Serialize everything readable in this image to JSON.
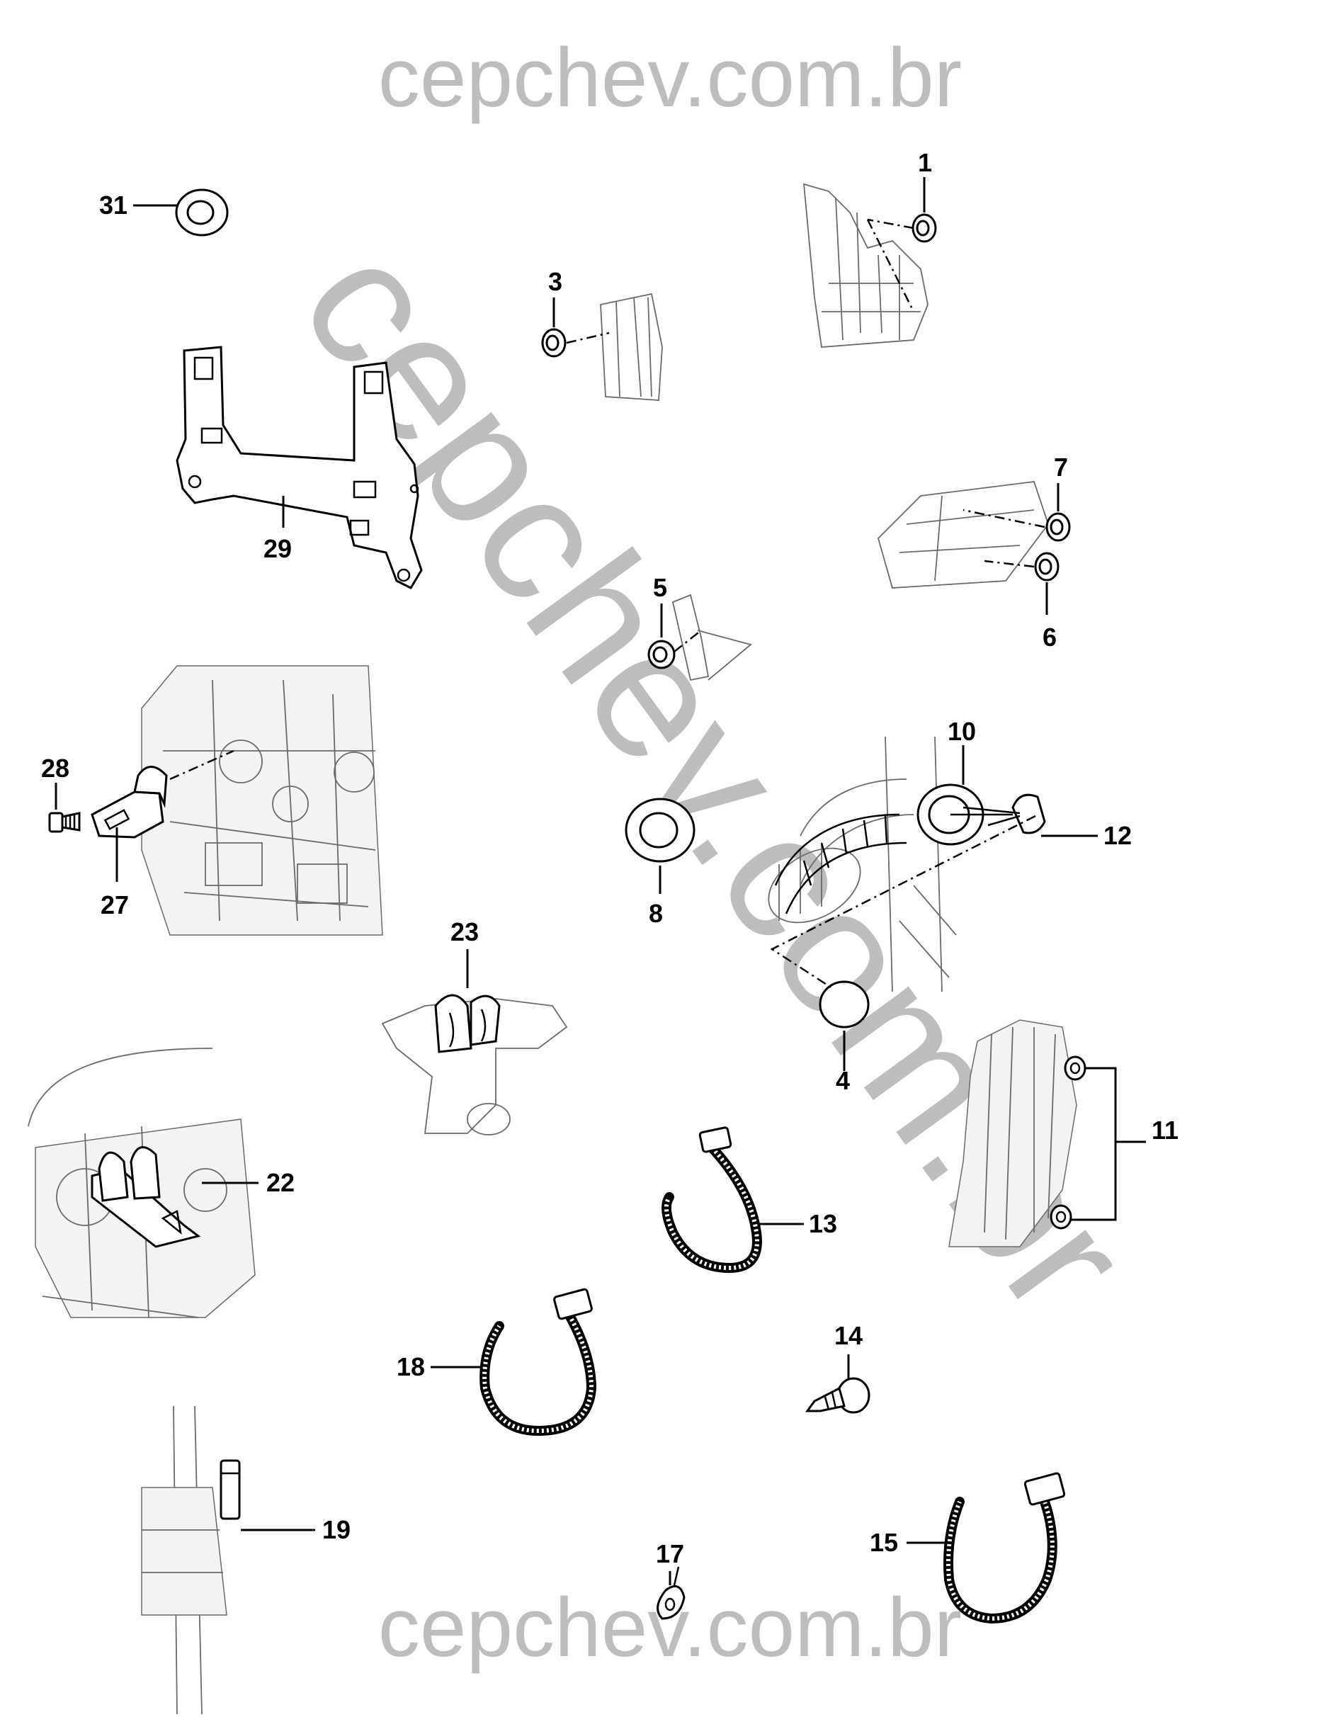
{
  "watermark": {
    "top": "cepchev.com.br",
    "bottom": "cepchev.com.br",
    "diagonal": "cepchev.com.br",
    "color": "#bdbdbd"
  },
  "callouts": {
    "c1": "1",
    "c3": "3",
    "c4": "4",
    "c5": "5",
    "c6": "6",
    "c7": "7",
    "c8": "8",
    "c10": "10",
    "c11": "11",
    "c12": "12",
    "c13": "13",
    "c14": "14",
    "c15": "15",
    "c17": "17",
    "c18": "18",
    "c19": "19",
    "c22": "22",
    "c23": "23",
    "c27": "27",
    "c28": "28",
    "c29": "29",
    "c31": "31"
  },
  "icons": {
    "grommet": "grommet-icon",
    "bracket": "bracket-icon",
    "cable-tie": "cable-tie-icon",
    "clip": "clip-icon",
    "screw": "screw-icon"
  }
}
